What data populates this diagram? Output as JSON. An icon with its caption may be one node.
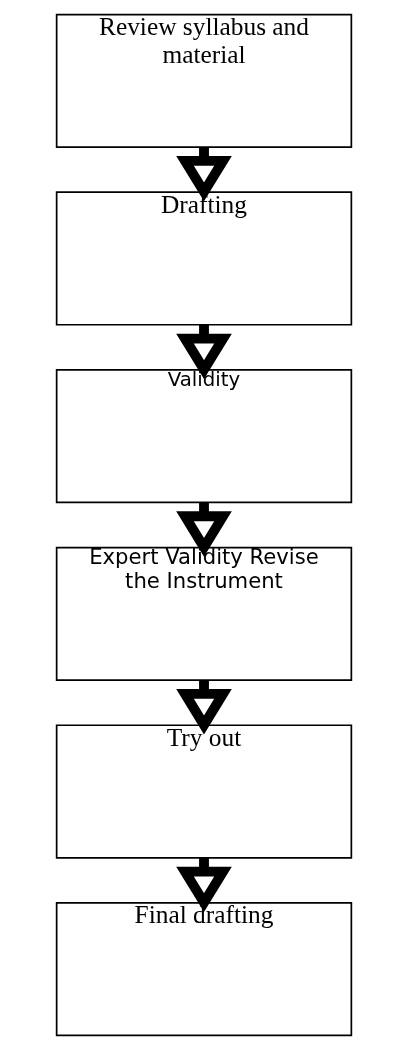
{
  "diagram": {
    "nodes": [
      {
        "text": [
          "Review syllabus and material"
        ]
      },
      {
        "text": [
          "Drafting"
        ]
      },
      {
        "text": [
          "Validity"
        ]
      },
      {
        "text": [
          "Expert Validity Revise the Instrument"
        ]
      },
      {
        "text": [
          "Try out"
        ]
      },
      {
        "text": [
          "Final drafting"
        ]
      }
    ],
    "edges": [
      {
        "from": 0,
        "to": 1,
        "arrow": "to"
      },
      {
        "from": 1,
        "to": 2,
        "arrow": "to"
      },
      {
        "from": 2,
        "to": 3,
        "arrow": "to"
      },
      {
        "from": 3,
        "to": 4,
        "arrow": "to"
      },
      {
        "from": 4,
        "to": 5,
        "arrow": "to"
      }
    ]
  }
}
